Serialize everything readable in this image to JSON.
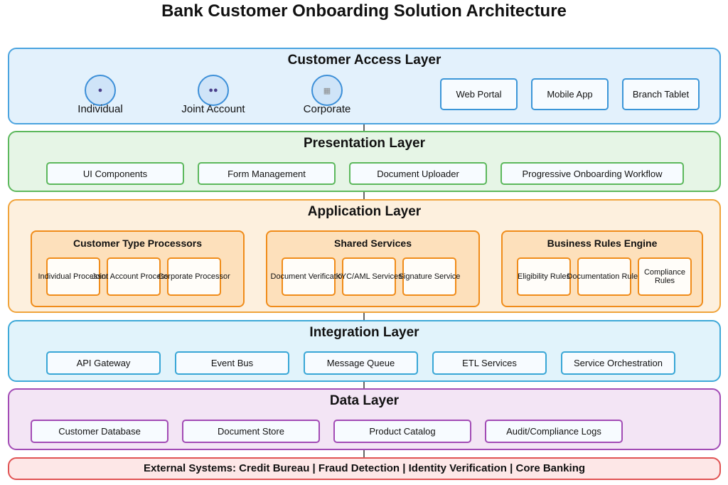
{
  "title": "Bank Customer Onboarding Solution Architecture",
  "colors": {
    "access": "#4aa3df",
    "presentation": "#5cb85c",
    "application": "#f0a33a",
    "integration": "#3ea9d8",
    "data": "#a24bb5",
    "external": "#e05252"
  },
  "access": {
    "title": "Customer Access Layer",
    "personas": [
      {
        "label": "Individual",
        "icon": "person-icon"
      },
      {
        "label": "Joint Account",
        "icon": "two-people-icon"
      },
      {
        "label": "Corporate",
        "icon": "building-icon"
      }
    ],
    "channels": [
      "Web Portal",
      "Mobile App",
      "Branch Tablet"
    ]
  },
  "presentation": {
    "title": "Presentation Layer",
    "components": [
      "UI Components",
      "Form Management",
      "Document Uploader",
      "Progressive Onboarding Workflow"
    ]
  },
  "application": {
    "title": "Application Layer",
    "groups": [
      {
        "title": "Customer Type Processors",
        "items": [
          "Individual Processor",
          "Joint Account Processor",
          "Corporate Processor"
        ]
      },
      {
        "title": "Shared Services",
        "items": [
          "Document Verification",
          "KYC/AML Services",
          "Signature Service"
        ]
      },
      {
        "title": "Business Rules Engine",
        "items": [
          "Eligibility Rules",
          "Documentation Rules",
          "Compliance\nRules"
        ]
      }
    ]
  },
  "integration": {
    "title": "Integration Layer",
    "components": [
      "API Gateway",
      "Event Bus",
      "Message Queue",
      "ETL Services",
      "Service Orchestration"
    ]
  },
  "data": {
    "title": "Data Layer",
    "components": [
      "Customer Database",
      "Document Store",
      "Product Catalog",
      "Audit/Compliance Logs"
    ]
  },
  "external": "External Systems: Credit Bureau | Fraud Detection | Identity Verification | Core Banking"
}
